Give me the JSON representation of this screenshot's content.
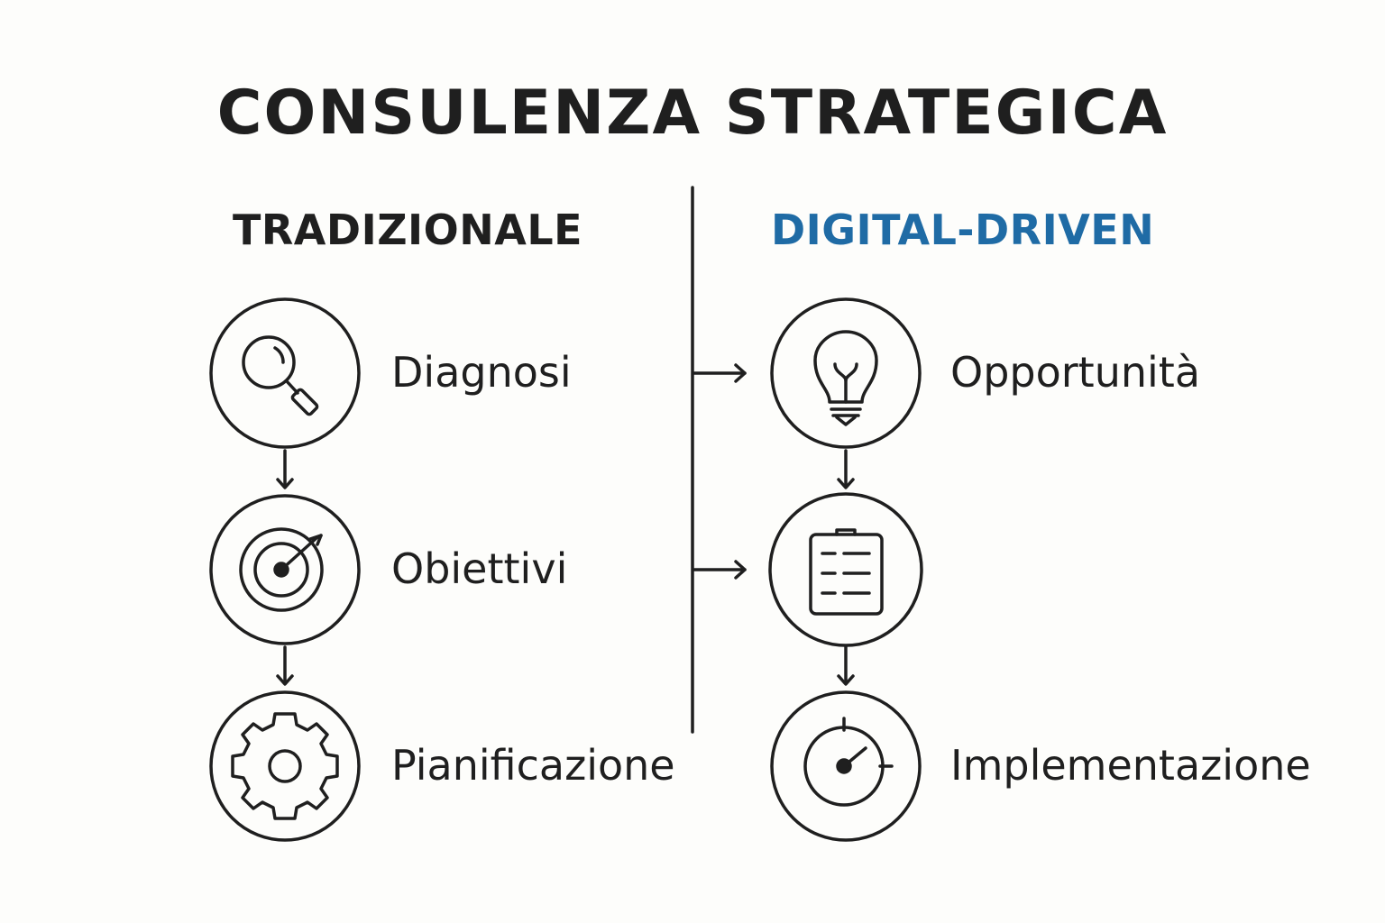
{
  "title": "CONSULENZA STRATEGICA",
  "colors": {
    "ink": "#1f1f1f",
    "accent": "#1f6ba5",
    "background": "#fdfdfb"
  },
  "columns": {
    "traditional": {
      "heading": "TRADIZIONALE",
      "steps": [
        {
          "label": "Diagnosi",
          "icon": "magnifier-icon"
        },
        {
          "label": "Obiettivi",
          "icon": "target-icon"
        },
        {
          "label": "Pianificazione",
          "icon": "gear-icon"
        }
      ]
    },
    "digital": {
      "heading": "DIGITAL-DRIVEN",
      "steps": [
        {
          "label": "Opportunità",
          "icon": "lightbulb-icon"
        },
        {
          "label": "",
          "icon": "clipboard-icon"
        },
        {
          "label": "Implementazione",
          "icon": "gauge-icon"
        }
      ]
    }
  }
}
